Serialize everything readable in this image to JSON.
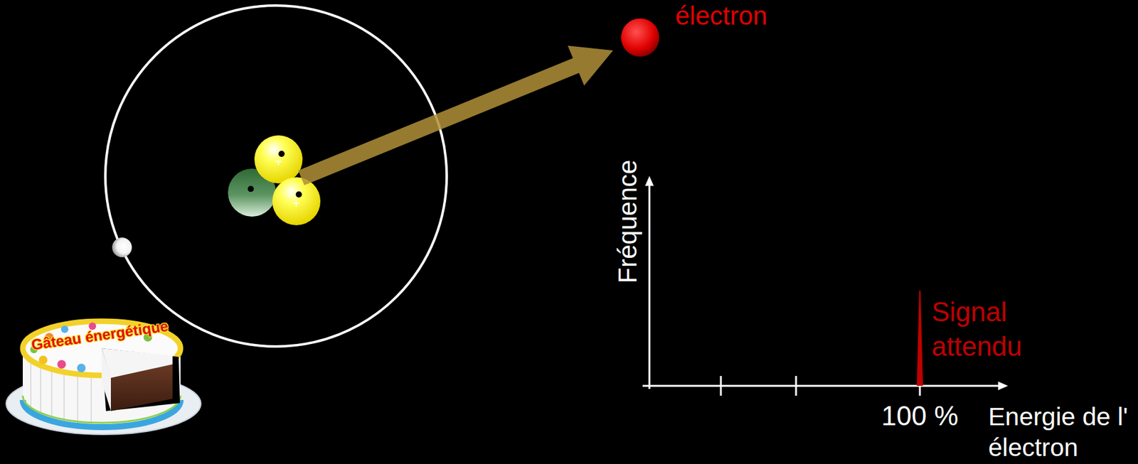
{
  "diagram": {
    "labels": [
      "électron",
      "Gâteau énergétique",
      "+",
      "+",
      "Fréquence",
      "Signal attendu",
      "100 %",
      "Energie de l' électron"
    ]
  }
}
